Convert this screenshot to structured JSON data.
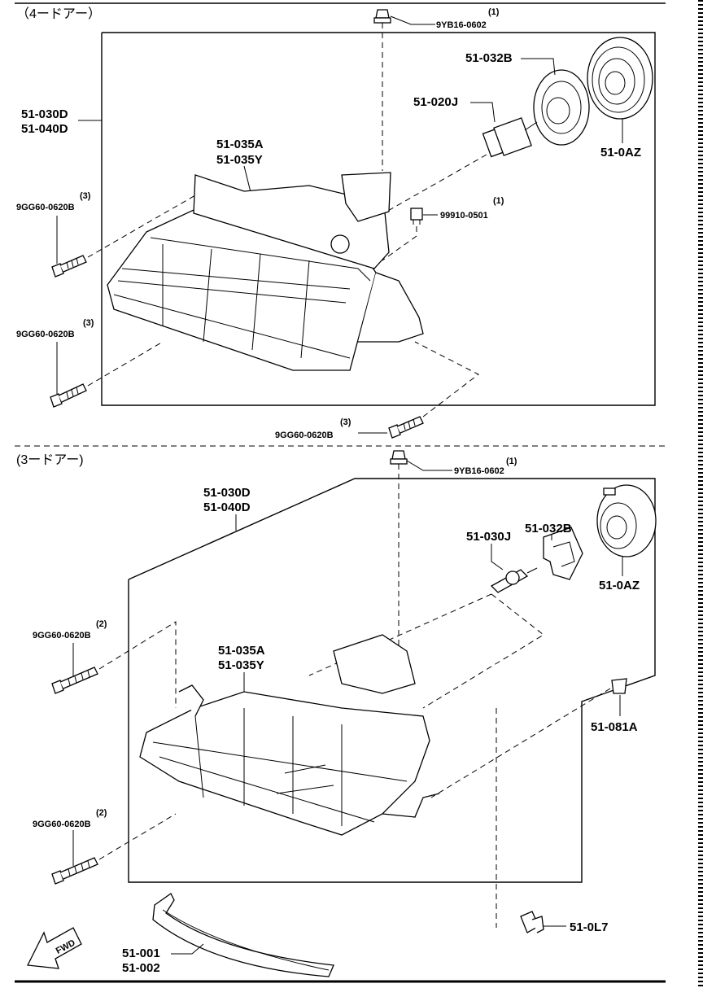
{
  "sections": {
    "top_heading": "（4ードアー）",
    "bottom_heading": "(3ードアー)"
  },
  "top": {
    "nut_code": "9YB16-0602",
    "nut_qty": "(1)",
    "ring_code": "51-032B",
    "bulb_code": "51-020J",
    "cap_code": "51-0AZ",
    "assy_code_1": "51-030D",
    "assy_code_2": "51-040D",
    "lens_code_1": "51-035A",
    "lens_code_2": "51-035Y",
    "clip_code": "99910-0501",
    "clip_qty": "(1)",
    "bolt_a_code": "9GG60-0620B",
    "bolt_a_qty": "(3)",
    "bolt_b_code": "9GG60-0620B",
    "bolt_b_qty": "(3)",
    "bolt_c_code": "9GG60-0620B",
    "bolt_c_qty": "(3)"
  },
  "bottom": {
    "nut_code": "9YB16-0602",
    "nut_qty": "(1)",
    "assy_code_1": "51-030D",
    "assy_code_2": "51-040D",
    "ring_code": "51-032B",
    "bulb_code": "51-030J",
    "cap_code": "51-0AZ",
    "bolt_a_code": "9GG60-0620B",
    "bolt_a_qty": "(2)",
    "bolt_b_code": "9GG60-0620B",
    "bolt_b_qty": "(2)",
    "lens_code_1": "51-035A",
    "lens_code_2": "51-035Y",
    "grommet_code": "51-081A",
    "socket_code": "51-0L7",
    "trim_code_1": "51-001",
    "trim_code_2": "51-002",
    "fwd_label": "FWD"
  }
}
